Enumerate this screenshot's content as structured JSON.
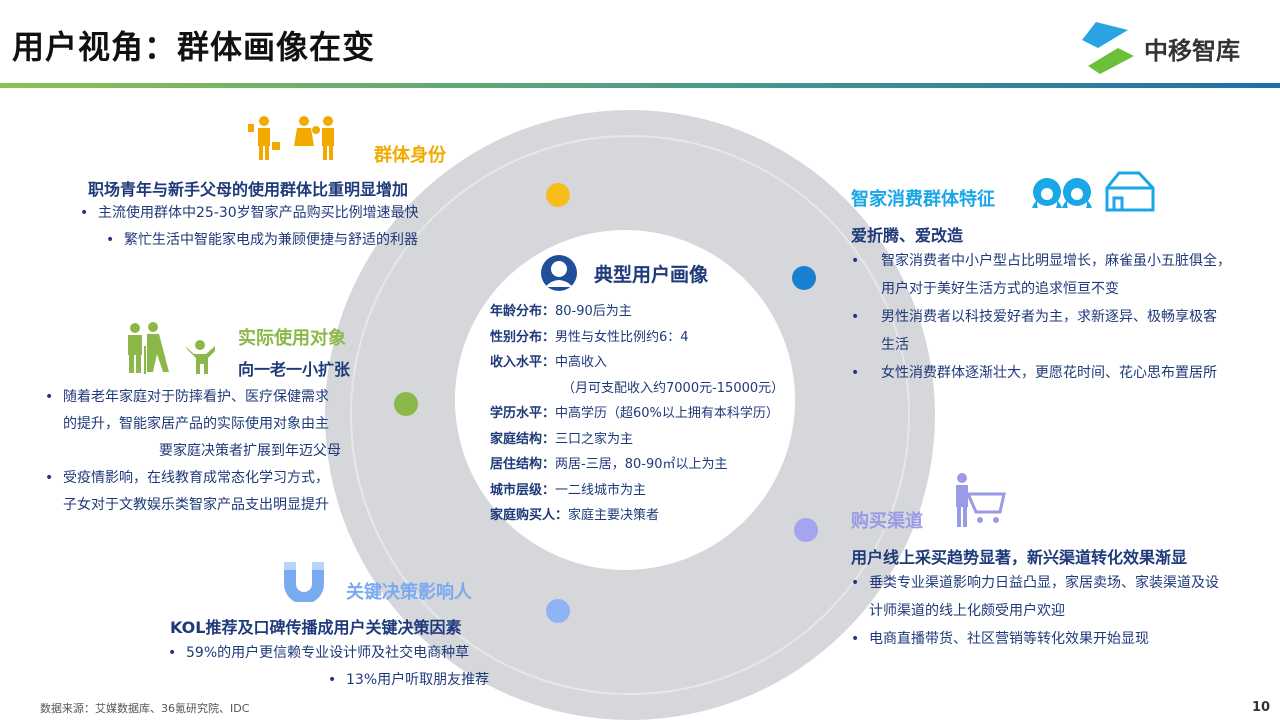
{
  "header": {
    "title": "用户视角：群体画像在变",
    "logo_text": "中移智库"
  },
  "center": {
    "title": "典型用户画像",
    "rows": [
      {
        "label": "年龄分布：",
        "value": "80-90后为主"
      },
      {
        "label": "性别分布：",
        "value": "男性与女性比例约6：4"
      },
      {
        "label": "收入水平：",
        "value": "中高收入"
      },
      {
        "label": "",
        "value": "（月可支配收入约7000元-15000元）"
      },
      {
        "label": "学历水平：",
        "value": "中高学历（超60%以上拥有本科学历）"
      },
      {
        "label": "家庭结构：",
        "value": "三口之家为主"
      },
      {
        "label": "居住结构：",
        "value": "两居-三居，80-90㎡以上为主"
      },
      {
        "label": "城市层级：",
        "value": "一二线城市为主"
      },
      {
        "label": "家庭购买人：",
        "value": "家庭主要决策者"
      }
    ]
  },
  "identity": {
    "heading": "群体身份",
    "subheading": "职场青年与新手父母的使用群体比重明显增加",
    "bullets": [
      "主流使用群体中25-30岁智家产品购买比例增速最快",
      "繁忙生活中智能家电成为兼顾便捷与舒适的利器"
    ]
  },
  "users": {
    "heading": "实际使用对象",
    "subheading": "向一老一小扩张",
    "bullets": [
      "随着老年家庭对于防摔看护、医疗保健需求",
      "的提升，智能家居产品的实际使用对象由主",
      "要家庭决策者扩展到年迈父母",
      "受疫情影响，在线教育成常态化学习方式，",
      "子女对于文教娱乐类智家产品支出明显提升"
    ]
  },
  "influencer": {
    "heading": "关键决策影响人",
    "subheading": "KOL推荐及口碑传播成用户关键决策因素",
    "bullets": [
      "59%的用户更信赖专业设计师及社交电商种草",
      "13%用户听取朋友推荐"
    ]
  },
  "traits": {
    "heading": "智家消费群体特征",
    "subheading": "爱折腾、爱改造",
    "bullets": [
      "智家消费者中小户型占比明显增长，麻雀虽小五脏俱全，",
      "用户对于美好生活方式的追求恒亘不变",
      "男性消费者以科技爱好者为主，求新逐异、极畅享极客",
      "生活",
      "女性消费群体逐渐壮大，更愿花时间、花心思布置居所"
    ]
  },
  "channel": {
    "heading": "购买渠道",
    "subheading": "用户线上采买趋势显著，新兴渠道转化效果渐显",
    "bullets": [
      "垂类专业渠道影响力日益凸显，家居卖场、家装渠道及设",
      "计师渠道的线上化颇受用户欢迎",
      "电商直播带货、社区营销等转化效果开始显现"
    ]
  },
  "footer": {
    "source": "数据来源：艾媒数据库、36氪研究院、IDC",
    "page": "10"
  },
  "colors": {
    "identity": "#f2a900",
    "traits": "#1aa7e8",
    "users": "#8cb84a",
    "channel": "#9a9ae6",
    "influencer": "#7aaaf0",
    "text": "#1f3a7a"
  }
}
